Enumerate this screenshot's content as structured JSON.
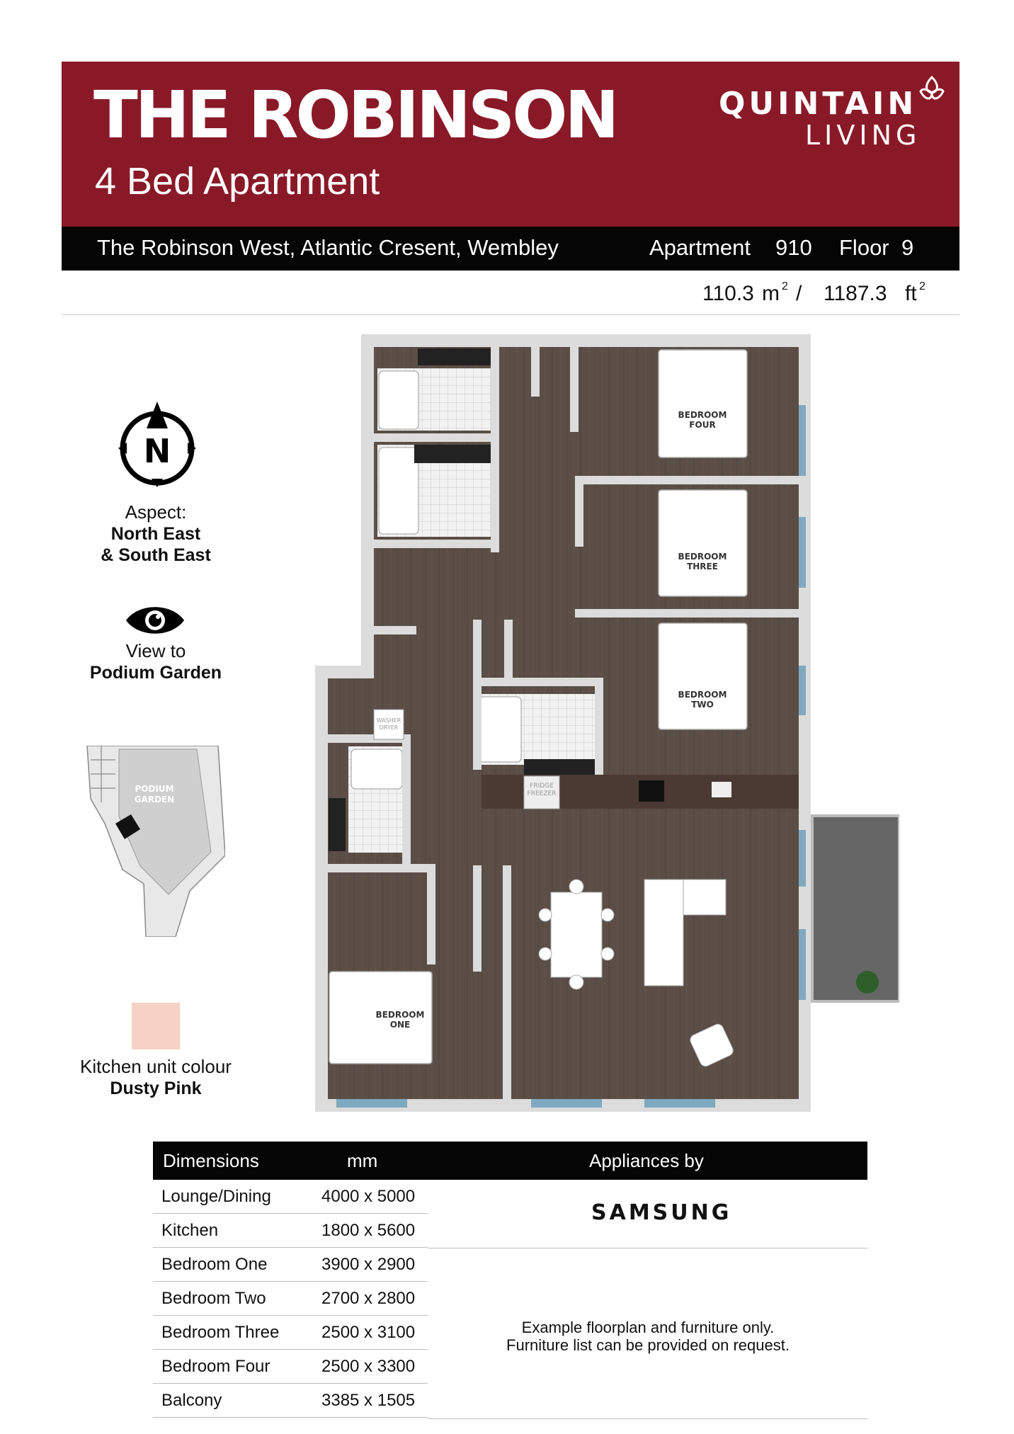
{
  "header": {
    "title": "THE ROBINSON",
    "subtitle": "4 Bed Apartment",
    "brand_line1": "QUINTAIN",
    "brand_line2": "LIVING"
  },
  "address_bar": {
    "address": "The Robinson West, Atlantic Cresent, Wembley",
    "apartment_label": "Apartment",
    "apartment_number": "910",
    "floor_label": "Floor",
    "floor_number": "9"
  },
  "area": {
    "sqm_value": "110.3",
    "sqm_unit": "m",
    "separator": "/",
    "sqft_value": "1187.3",
    "sqft_unit": "ft",
    "superscript": "2"
  },
  "compass": {
    "letter": "N"
  },
  "aspect": {
    "label": "Aspect:",
    "line1": "North East",
    "line2": "& South East"
  },
  "view": {
    "label": "View to",
    "value": "Podium Garden"
  },
  "key_plan": {
    "label_line1": "PODIUM",
    "label_line2": "GARDEN"
  },
  "kitchen_colour": {
    "label": "Kitchen unit colour",
    "value": "Dusty Pink",
    "swatch": "#f6d2c6"
  },
  "floorplan": {
    "rooms": [
      {
        "line1": "BEDROOM",
        "line2": "FOUR"
      },
      {
        "line1": "BEDROOM",
        "line2": "THREE"
      },
      {
        "line1": "BEDROOM",
        "line2": "TWO"
      },
      {
        "line1": "BEDROOM",
        "line2": "ONE"
      }
    ],
    "appliances": [
      {
        "line1": "WASHER",
        "line2": "DRYER"
      },
      {
        "line1": "FRIDGE",
        "line2": "FREEZER"
      }
    ],
    "floor_color": "#5a4e47",
    "wall_color": "#dcdcdc"
  },
  "dimensions_table": {
    "header_room": "Dimensions",
    "header_unit": "mm",
    "header_appliances": "Appliances by",
    "rows": [
      {
        "room": "Lounge/Dining",
        "size": "4000 x 5000"
      },
      {
        "room": "Kitchen",
        "size": "1800 x 5600"
      },
      {
        "room": "Bedroom One",
        "size": "3900 x 2900"
      },
      {
        "room": "Bedroom Two",
        "size": "2700 x 2800"
      },
      {
        "room": "Bedroom Three",
        "size": "2500 x 3100"
      },
      {
        "room": "Bedroom Four",
        "size": "2500 x 3300"
      },
      {
        "room": "Balcony",
        "size": "3385 x 1505"
      }
    ],
    "appliance_brand": "SAMSUNG",
    "note_line1": "Example floorplan and furniture only.",
    "note_line2": "Furniture list can be provided on request."
  },
  "colors": {
    "header_red": "#8a1927",
    "bar_black": "#050505"
  }
}
